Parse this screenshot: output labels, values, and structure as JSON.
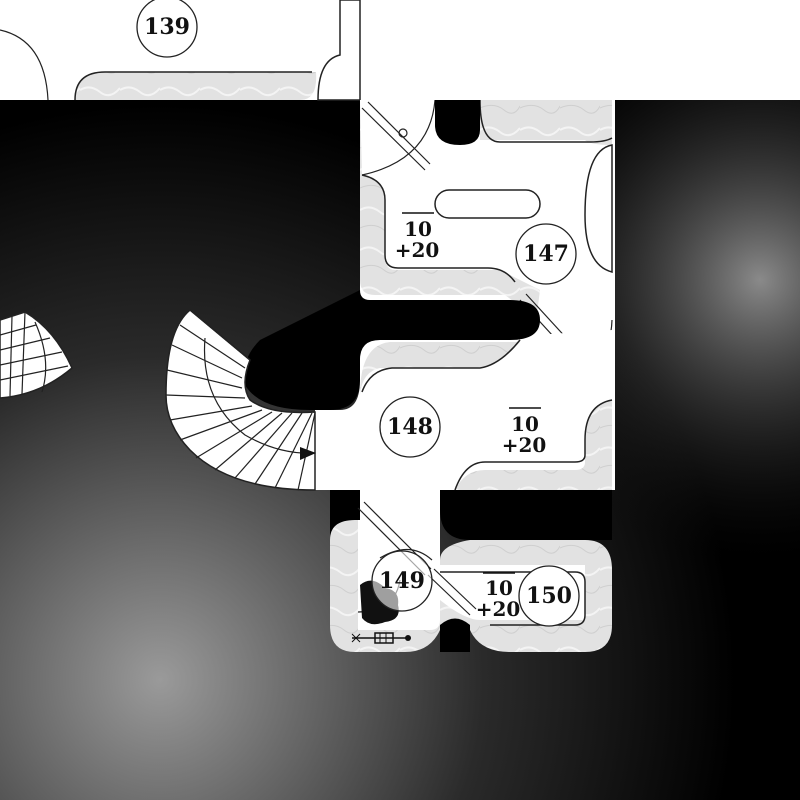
{
  "map": {
    "rooms": [
      {
        "id": "room-139",
        "label": "139"
      },
      {
        "id": "room-147",
        "label": "147"
      },
      {
        "id": "room-148",
        "label": "148"
      },
      {
        "id": "room-149",
        "label": "149"
      },
      {
        "id": "room-150",
        "label": "150"
      }
    ],
    "elevations": [
      {
        "id": "elev-a",
        "top": "10",
        "bottom": "+20"
      },
      {
        "id": "elev-b",
        "top": "10",
        "bottom": "+20"
      },
      {
        "id": "elev-c",
        "top": "10",
        "bottom": "+20"
      }
    ],
    "colors": {
      "floor": "#ffffff",
      "wall": "#e4e4e4",
      "void_dark": "#000000",
      "void_light": "#8a8a8a",
      "ink": "#111111"
    },
    "icons": [
      "stairs-icon",
      "door-icon",
      "creature-icon",
      "skeleton-icon"
    ]
  }
}
